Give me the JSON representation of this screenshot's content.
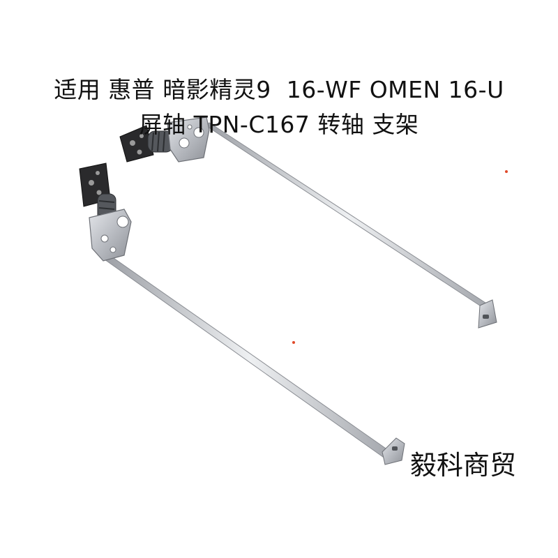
{
  "caption": {
    "line1": "适用 惠普 暗影精灵9  16-WF OMEN 16-U",
    "line2": "屏轴 TPN-C167 转轴 支架"
  },
  "watermark": "毅科商贸",
  "colors": {
    "background": "#ffffff",
    "text": "#111111",
    "metal_bracket": "#c6c8cc",
    "black_plate": "#2a2a2c",
    "dot": "#e04a2a"
  }
}
